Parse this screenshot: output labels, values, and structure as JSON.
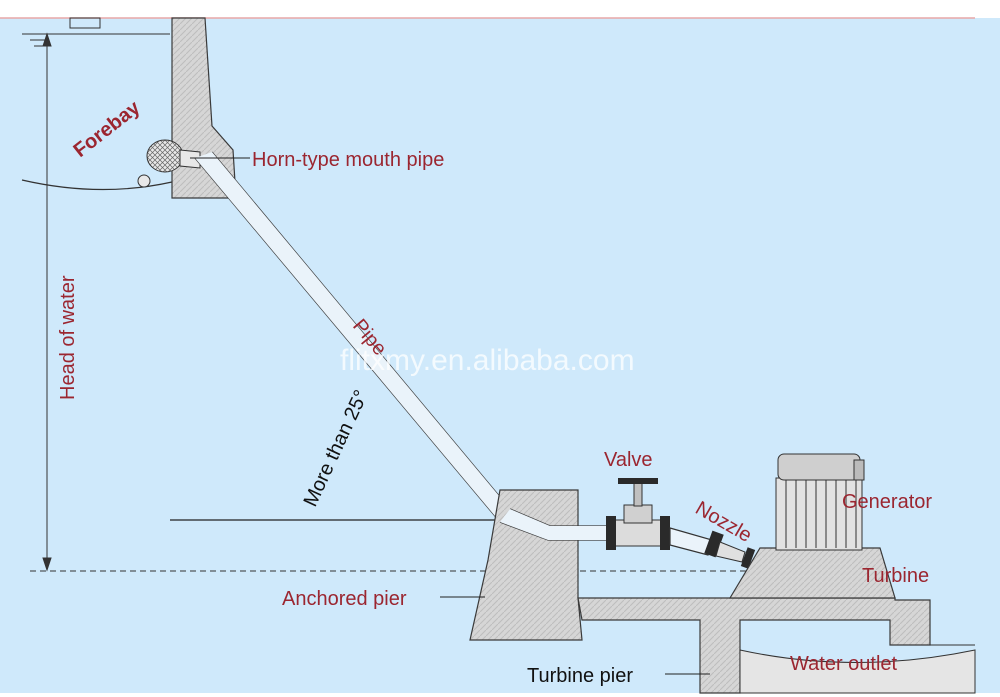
{
  "colors": {
    "sky": "#cfe9fb",
    "concrete": "#d6d6d6",
    "outline": "#3a3a3a",
    "label": "#9b2630",
    "label_dark": "#111111"
  },
  "labels": {
    "forebay": "Forebay",
    "horn_pipe": "Horn-type mouth pipe",
    "pipe": "Pipe",
    "head_of_water": "Head of water",
    "angle": "More than 25°",
    "valve": "Valve",
    "nozzle": "Nozzle",
    "generator": "Generator",
    "turbine": "Turbine",
    "anchored_pier": "Anchored pier",
    "turbine_pier": "Turbine pier",
    "water_outlet": "Water outlet"
  },
  "watermark": "flitxmy.en.alibaba.com"
}
